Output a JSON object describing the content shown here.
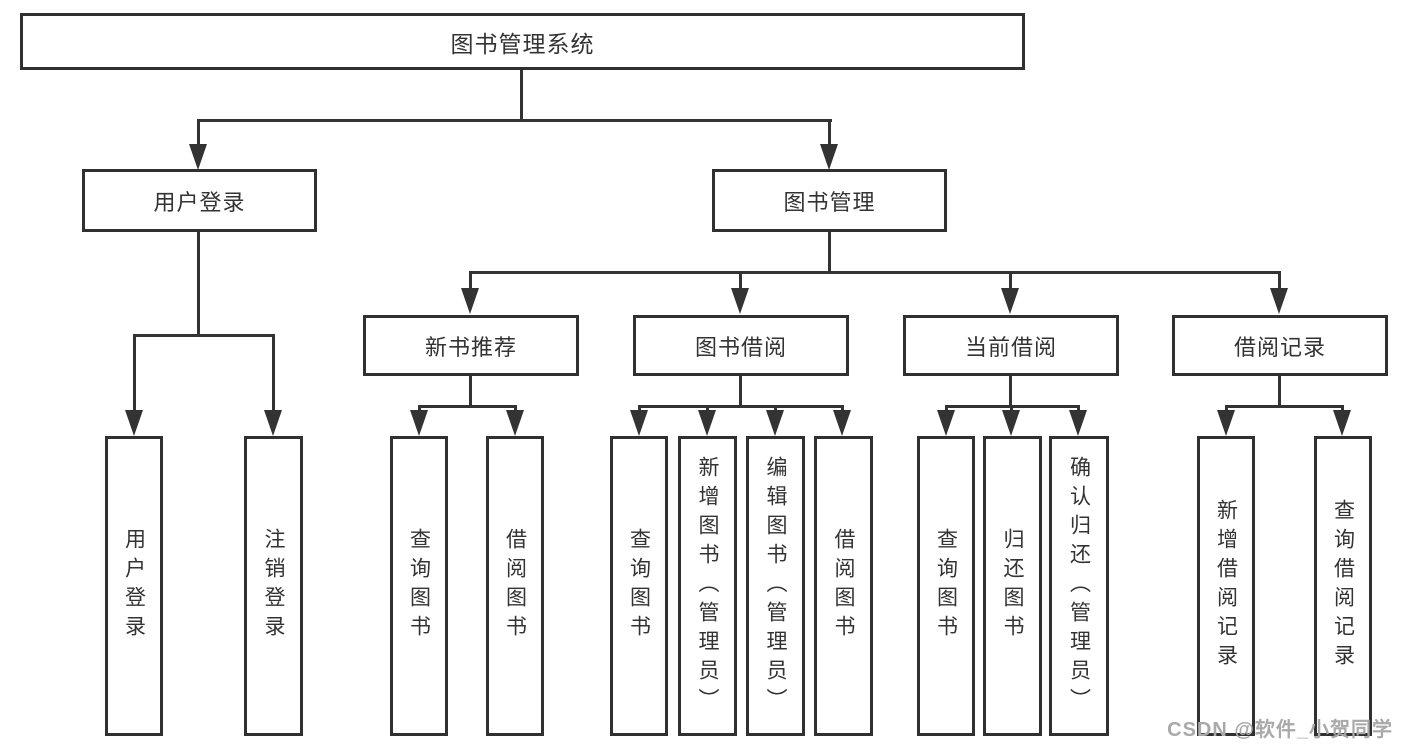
{
  "diagram": {
    "root": {
      "label": "图书管理系统"
    },
    "level2": [
      {
        "label": "用户登录"
      },
      {
        "label": "图书管理"
      }
    ],
    "level3": [
      {
        "label": "新书推荐"
      },
      {
        "label": "图书借阅"
      },
      {
        "label": "当前借阅"
      },
      {
        "label": "借阅记录"
      }
    ],
    "leaves": {
      "login": [
        "用户登录",
        "注销登录"
      ],
      "recommend": [
        "查询图书",
        "借阅图书"
      ],
      "borrow": [
        "查询图书",
        "新增图书（管理员）",
        "编辑图书（管理员）",
        "借阅图书"
      ],
      "current": [
        "查询图书",
        "归还图书",
        "确认归还（管理员）"
      ],
      "record": [
        "新增借阅记录",
        "查询借阅记录"
      ]
    }
  },
  "watermark": {
    "text": "CSDN @软件_小贺同学"
  },
  "colors": {
    "line": "#333333",
    "box_border": "#303030",
    "text": "#333333",
    "watermark": "#a9a9a9",
    "background": "#ffffff"
  }
}
